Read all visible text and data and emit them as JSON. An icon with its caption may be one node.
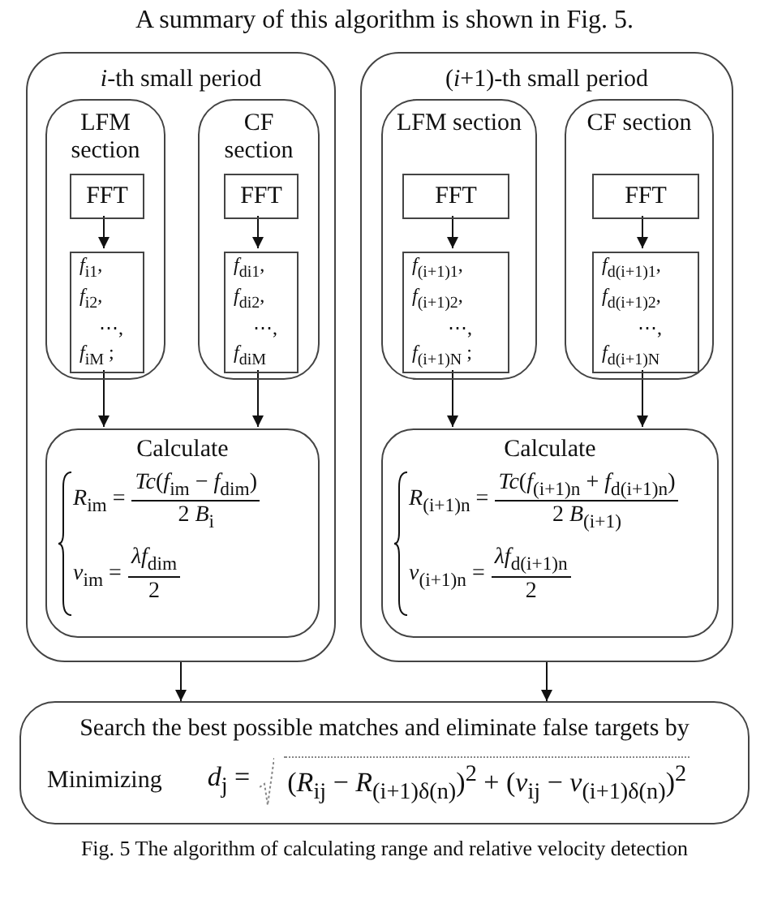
{
  "diagram": {
    "title": "A summary of this algorithm is shown in Fig. 5.",
    "caption": "Fig. 5 The algorithm of calculating range and relative velocity detection",
    "nodes": [
      {
        "text": [
          "*i*-th small period"
        ]
      },
      {
        "text": [
          "LFM section"
        ],
        "in": 0
      },
      {
        "text": [
          "FFT"
        ],
        "in": 1
      },
      {
        "text": [
          "*f*$_{i1}$,",
          "*f*$_{i2}$,",
          "⋯,",
          "*f*$_{iM}$ ;"
        ],
        "in": 1
      },
      {
        "text": [
          "CF section"
        ],
        "in": 0
      },
      {
        "text": [
          "FFT"
        ],
        "in": 4
      },
      {
        "text": [
          "*f*$_{di1}$,",
          "*f*$_{di2}$,",
          "⋯,",
          "*f*$_{diM}$"
        ],
        "in": 4
      },
      {
        "text": [
          "Calculate",
          "*R*$_{im}$ =",
          "*Tc*(*f*$_{im}$ − *f*$_{dim}$)",
          "2 *B*$_{i}$",
          "*v*$_{im}$ =",
          "*λf*$_{dim}$",
          "2"
        ],
        "in": 0
      },
      {
        "text": [
          "(*i*+1)-th small period"
        ]
      },
      {
        "text": [
          "LFM section"
        ],
        "in": 8
      },
      {
        "text": [
          "FFT"
        ],
        "in": 9
      },
      {
        "text": [
          "*f*$_{(i+1)1}$,",
          "*f*$_{(i+1)2}$,",
          "⋯,",
          "*f*$_{(i+1)N}$ ;"
        ],
        "in": 9
      },
      {
        "text": [
          "CF section"
        ],
        "in": 8
      },
      {
        "text": [
          "FFT"
        ],
        "in": 12
      },
      {
        "text": [
          "*f*$_{d(i+1)1}$,",
          "*f*$_{d(i+1)2}$,",
          "⋯,",
          "*f*$_{d(i+1)N}$"
        ],
        "in": 12
      },
      {
        "text": [
          "Calculate",
          "*R*$_{(i+1)n}$ =",
          "*Tc*(*f*$_{(i+1)n}$ + *f*$_{d(i+1)n}$)",
          "2 *B*$_{(i+1)}$",
          "*v*$_{(i+1)n}$ =",
          "*λf*$_{d(i+1)n}$",
          "2"
        ],
        "in": 8
      },
      {
        "text": [
          "Search the best possible matches and eliminate false targets by",
          "Minimizing",
          "*d*$_{j}$ =",
          "(*R*$_{ij}$ − *R*$_{(i+1)δ(n)}$)$^{2}$ + (*v*$_{ij}$ − *v*$_{(i+1)δ(n)}$)$^{2}$"
        ]
      }
    ],
    "edges": [
      {
        "from": 2,
        "to": 3,
        "arrow": "to"
      },
      {
        "from": 5,
        "to": 6,
        "arrow": "to"
      },
      {
        "from": 3,
        "to": 7,
        "arrow": "to"
      },
      {
        "from": 6,
        "to": 7,
        "arrow": "to"
      },
      {
        "from": 10,
        "to": 11,
        "arrow": "to"
      },
      {
        "from": 13,
        "to": 14,
        "arrow": "to"
      },
      {
        "from": 11,
        "to": 15,
        "arrow": "to"
      },
      {
        "from": 14,
        "to": 15,
        "arrow": "to"
      },
      {
        "from": 0,
        "to": 16,
        "arrow": "to"
      },
      {
        "from": 8,
        "to": 16,
        "arrow": "to"
      }
    ]
  }
}
